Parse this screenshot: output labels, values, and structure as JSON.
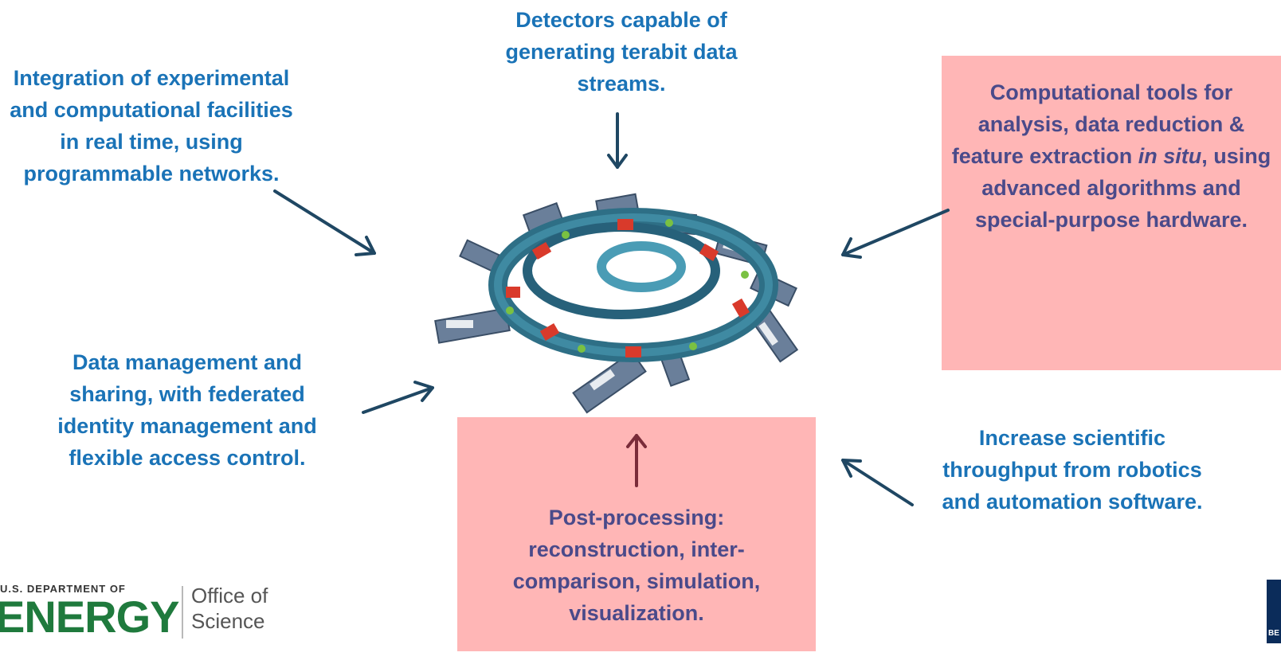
{
  "labels": {
    "detectors": "Detectors capable of generating terabit data streams.",
    "integration": "Integration of experimental and computational facilities in real time, using programmable networks.",
    "computational_pre": "Computational tools for analysis, data reduction & feature extraction ",
    "computational_italic": "in situ",
    "computational_post": ", using advanced algorithms and special-purpose hardware.",
    "data_management": "Data management and sharing, with federated identity management and flexible access control.",
    "throughput": "Increase scientific throughput from robotics and automation software.",
    "post_processing": "Post-processing: reconstruction, inter-comparison, simulation, visualization."
  },
  "logos": {
    "doe_top": "U.S. DEPARTMENT OF",
    "doe_main": "ENERGY",
    "office_line1": "Office of",
    "office_line2": "Science",
    "corner_text": "BE"
  },
  "colors": {
    "text_blue": "#1a73b7",
    "text_dark": "#4a4a8a",
    "box_pink": "#ffb6b6",
    "arrow": "#1f4763"
  }
}
